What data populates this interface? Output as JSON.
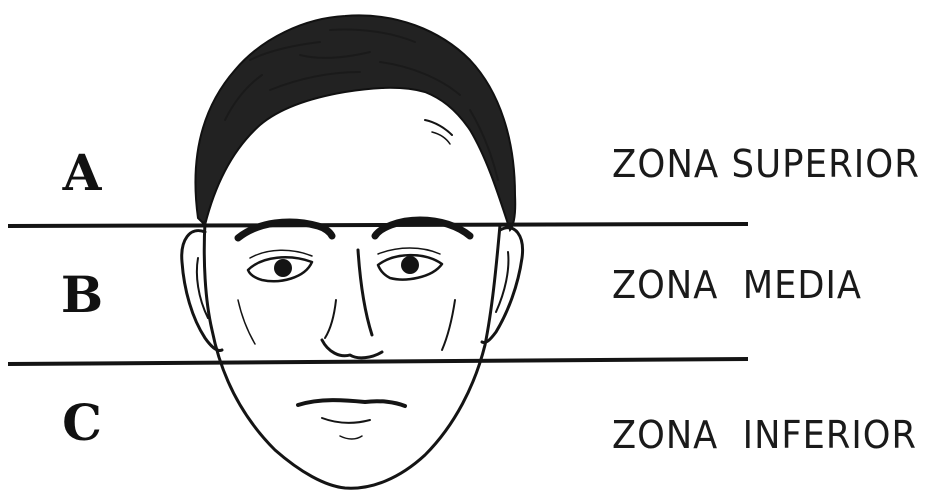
{
  "zones": [
    {
      "letter": "A",
      "name": "ZONA SUPERIOR"
    },
    {
      "letter": "B",
      "name": "ZONA  MEDIA"
    },
    {
      "letter": "C",
      "name": "ZONA  INFERIOR"
    }
  ],
  "colors": {
    "ink": "#141414",
    "background": "#ffffff"
  }
}
